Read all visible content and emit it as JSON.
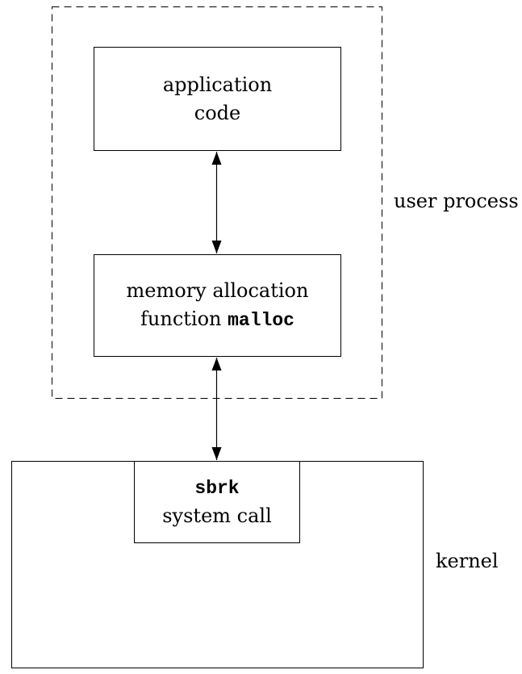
{
  "app_box": {
    "line1": "application",
    "line2": "code"
  },
  "malloc_box": {
    "line1": "memory allocation",
    "line2_text": "function ",
    "line2_code": "malloc"
  },
  "sbrk_box": {
    "line1_code": "sbrk",
    "line2": "system call"
  },
  "labels": {
    "user_process": "user process",
    "kernel": "kernel"
  }
}
